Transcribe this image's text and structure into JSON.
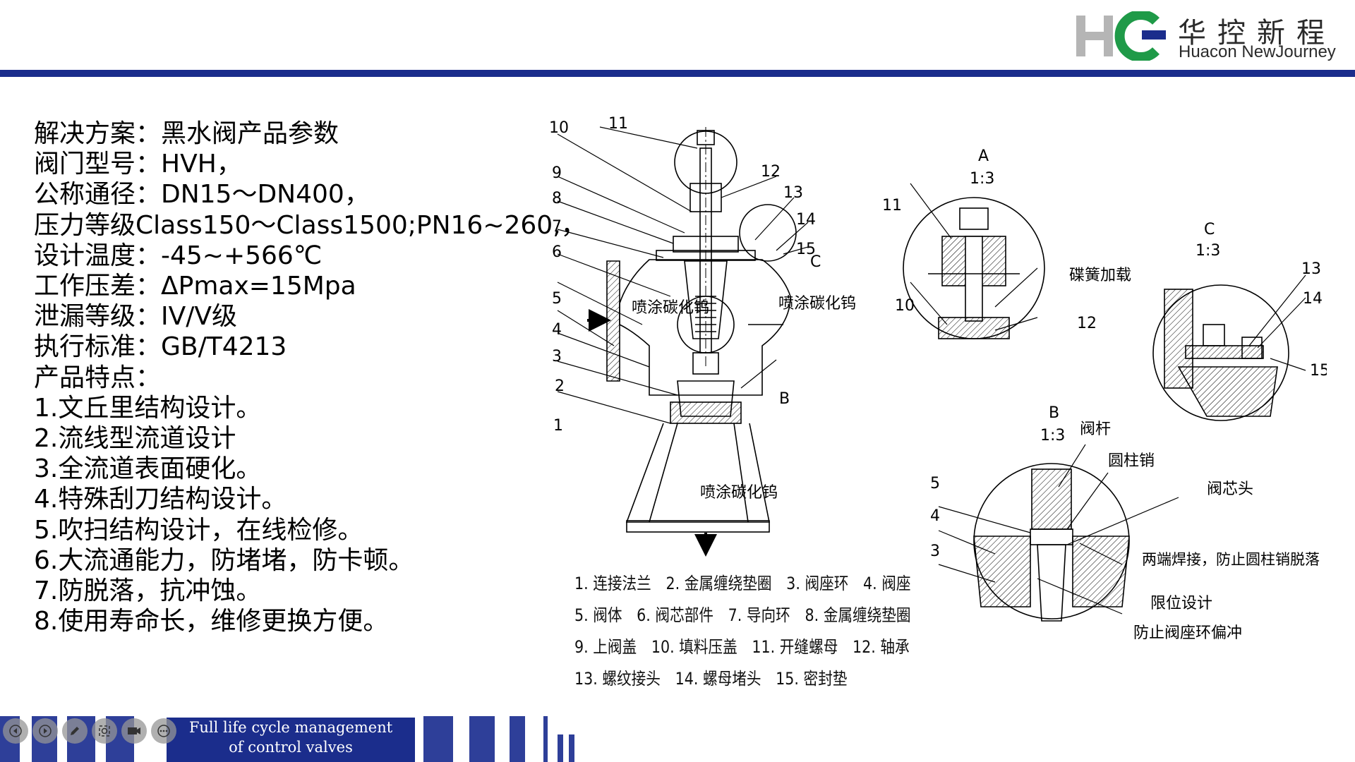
{
  "brand": {
    "name_cn": "华控新程",
    "name_en": "Huacon NewJourney",
    "logo_letters": "HC"
  },
  "params": {
    "lines": [
      "解决方案：黑水阀产品参数",
      "阀门型号：HVH，",
      "公称通径：DN15～DN400，",
      "压力等级Class150～Class1500;PN16~260,，",
      "设计温度：-45~+566℃",
      "工作压差：ΔPmax=15Mpa",
      "泄漏等级：IV/V级",
      "执行标准：GB/T4213",
      "产品特点：",
      "1.文丘里结构设计。",
      "2.流线型流道设计",
      "3.全流道表面硬化。",
      "4.特殊刮刀结构设计。",
      "5.吹扫结构设计，在线检修。",
      "6.大流通能力，防堵堵，防卡顿。",
      "7.防脱落，抗冲蚀。",
      "8.使用寿命长，维修更换方便。"
    ]
  },
  "drawing": {
    "main_numbers": [
      "10",
      "11",
      "9",
      "12",
      "8",
      "13",
      "14",
      "7",
      "15",
      "C",
      "6",
      "5",
      "4",
      "3",
      "2",
      "B",
      "1"
    ],
    "coating_labels": [
      "喷涂碳化钨",
      "喷涂碳化钨",
      "喷涂碳化钨"
    ],
    "detail_a": {
      "title": "A",
      "scale": "1:3",
      "labels": [
        "11",
        "碟簧加载",
        "10",
        "12"
      ]
    },
    "detail_c": {
      "title": "C",
      "scale": "1:3",
      "labels": [
        "13",
        "14",
        "15"
      ]
    },
    "detail_b": {
      "title": "B",
      "scale": "1:3",
      "labels": [
        "阀杆",
        "圆柱销",
        "阀芯头",
        "5",
        "4",
        "3",
        "两端焊接，防止圆柱销脱落",
        "限位设计",
        "防止阀座环偏冲"
      ]
    },
    "legend": [
      "1. 连接法兰　2. 金属缠绕垫圈　3. 阀座环　4. 阀座",
      "5. 阀体　6. 阀芯部件　7. 导向环　8. 金属缠绕垫圈",
      "9. 上阀盖　10. 填料压盖　11. 开缝螺母　12. 轴承",
      "13. 螺纹接头　14. 螺母堵头　15. 密封垫"
    ]
  },
  "footer": {
    "slogan_line1": "Full life cycle management",
    "slogan_line2": "of control valves"
  },
  "toolbar": {
    "icons": [
      "prev-icon",
      "next-icon",
      "pen-icon",
      "zoom-icon",
      "camera-icon",
      "more-icon"
    ]
  },
  "colors": {
    "brand_navy": "#1b2d8c",
    "brand_green": "#1f9a48",
    "brand_gray": "#b5b5b5"
  }
}
